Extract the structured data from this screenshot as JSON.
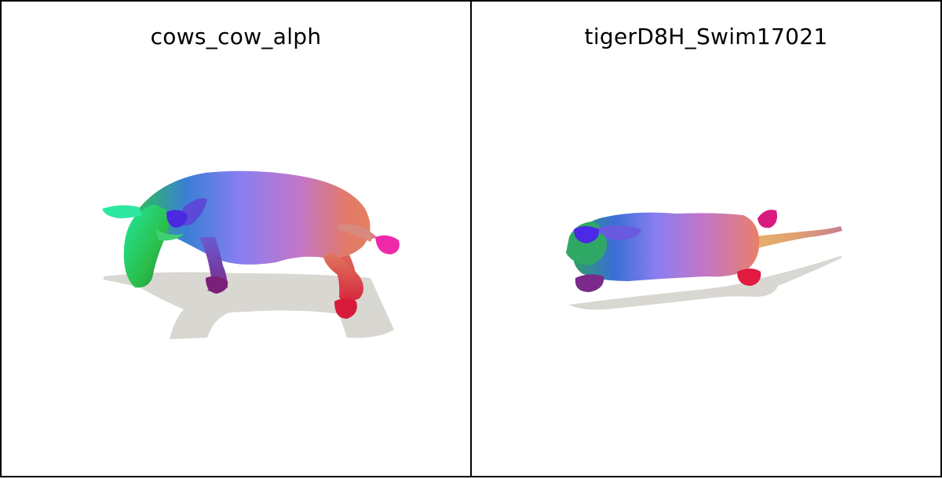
{
  "panels": [
    {
      "title": "cows_cow_alph",
      "subject": "cow-mesh"
    },
    {
      "title": "tigerD8H_Swim17021",
      "subject": "tiger-mesh"
    }
  ],
  "colors": {
    "border": "#000000",
    "shadow": "#d8d6d0",
    "background": "#ffffff"
  }
}
